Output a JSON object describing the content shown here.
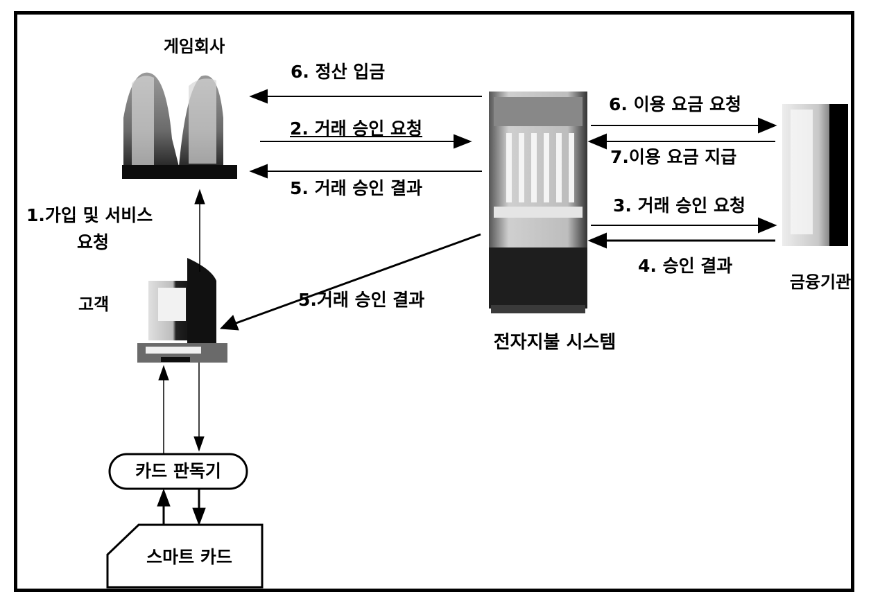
{
  "nodes": {
    "game_company": "게임회사",
    "payment_system": "전자지불 시스템",
    "financial_institution": "금융기관",
    "customer": "고객",
    "card_reader": "카드 판독기",
    "smart_card": "스마트 카드"
  },
  "flows": {
    "settlement_deposit": "6. 정산 입금",
    "transaction_request_game": "2. 거래 승인 요청",
    "transaction_result_game": "5. 거래 승인 결과",
    "usage_fee_request": "6. 이용 요금 요청",
    "usage_fee_payment": "7.이용 요금 지급",
    "transaction_request_bank": "3. 거래 승인 요청",
    "approval_result": "4. 승인 결과",
    "transaction_result_customer": "5.거래 승인 결과",
    "signup_line1": "1.가입 및 서비스",
    "signup_line2": "요청"
  }
}
